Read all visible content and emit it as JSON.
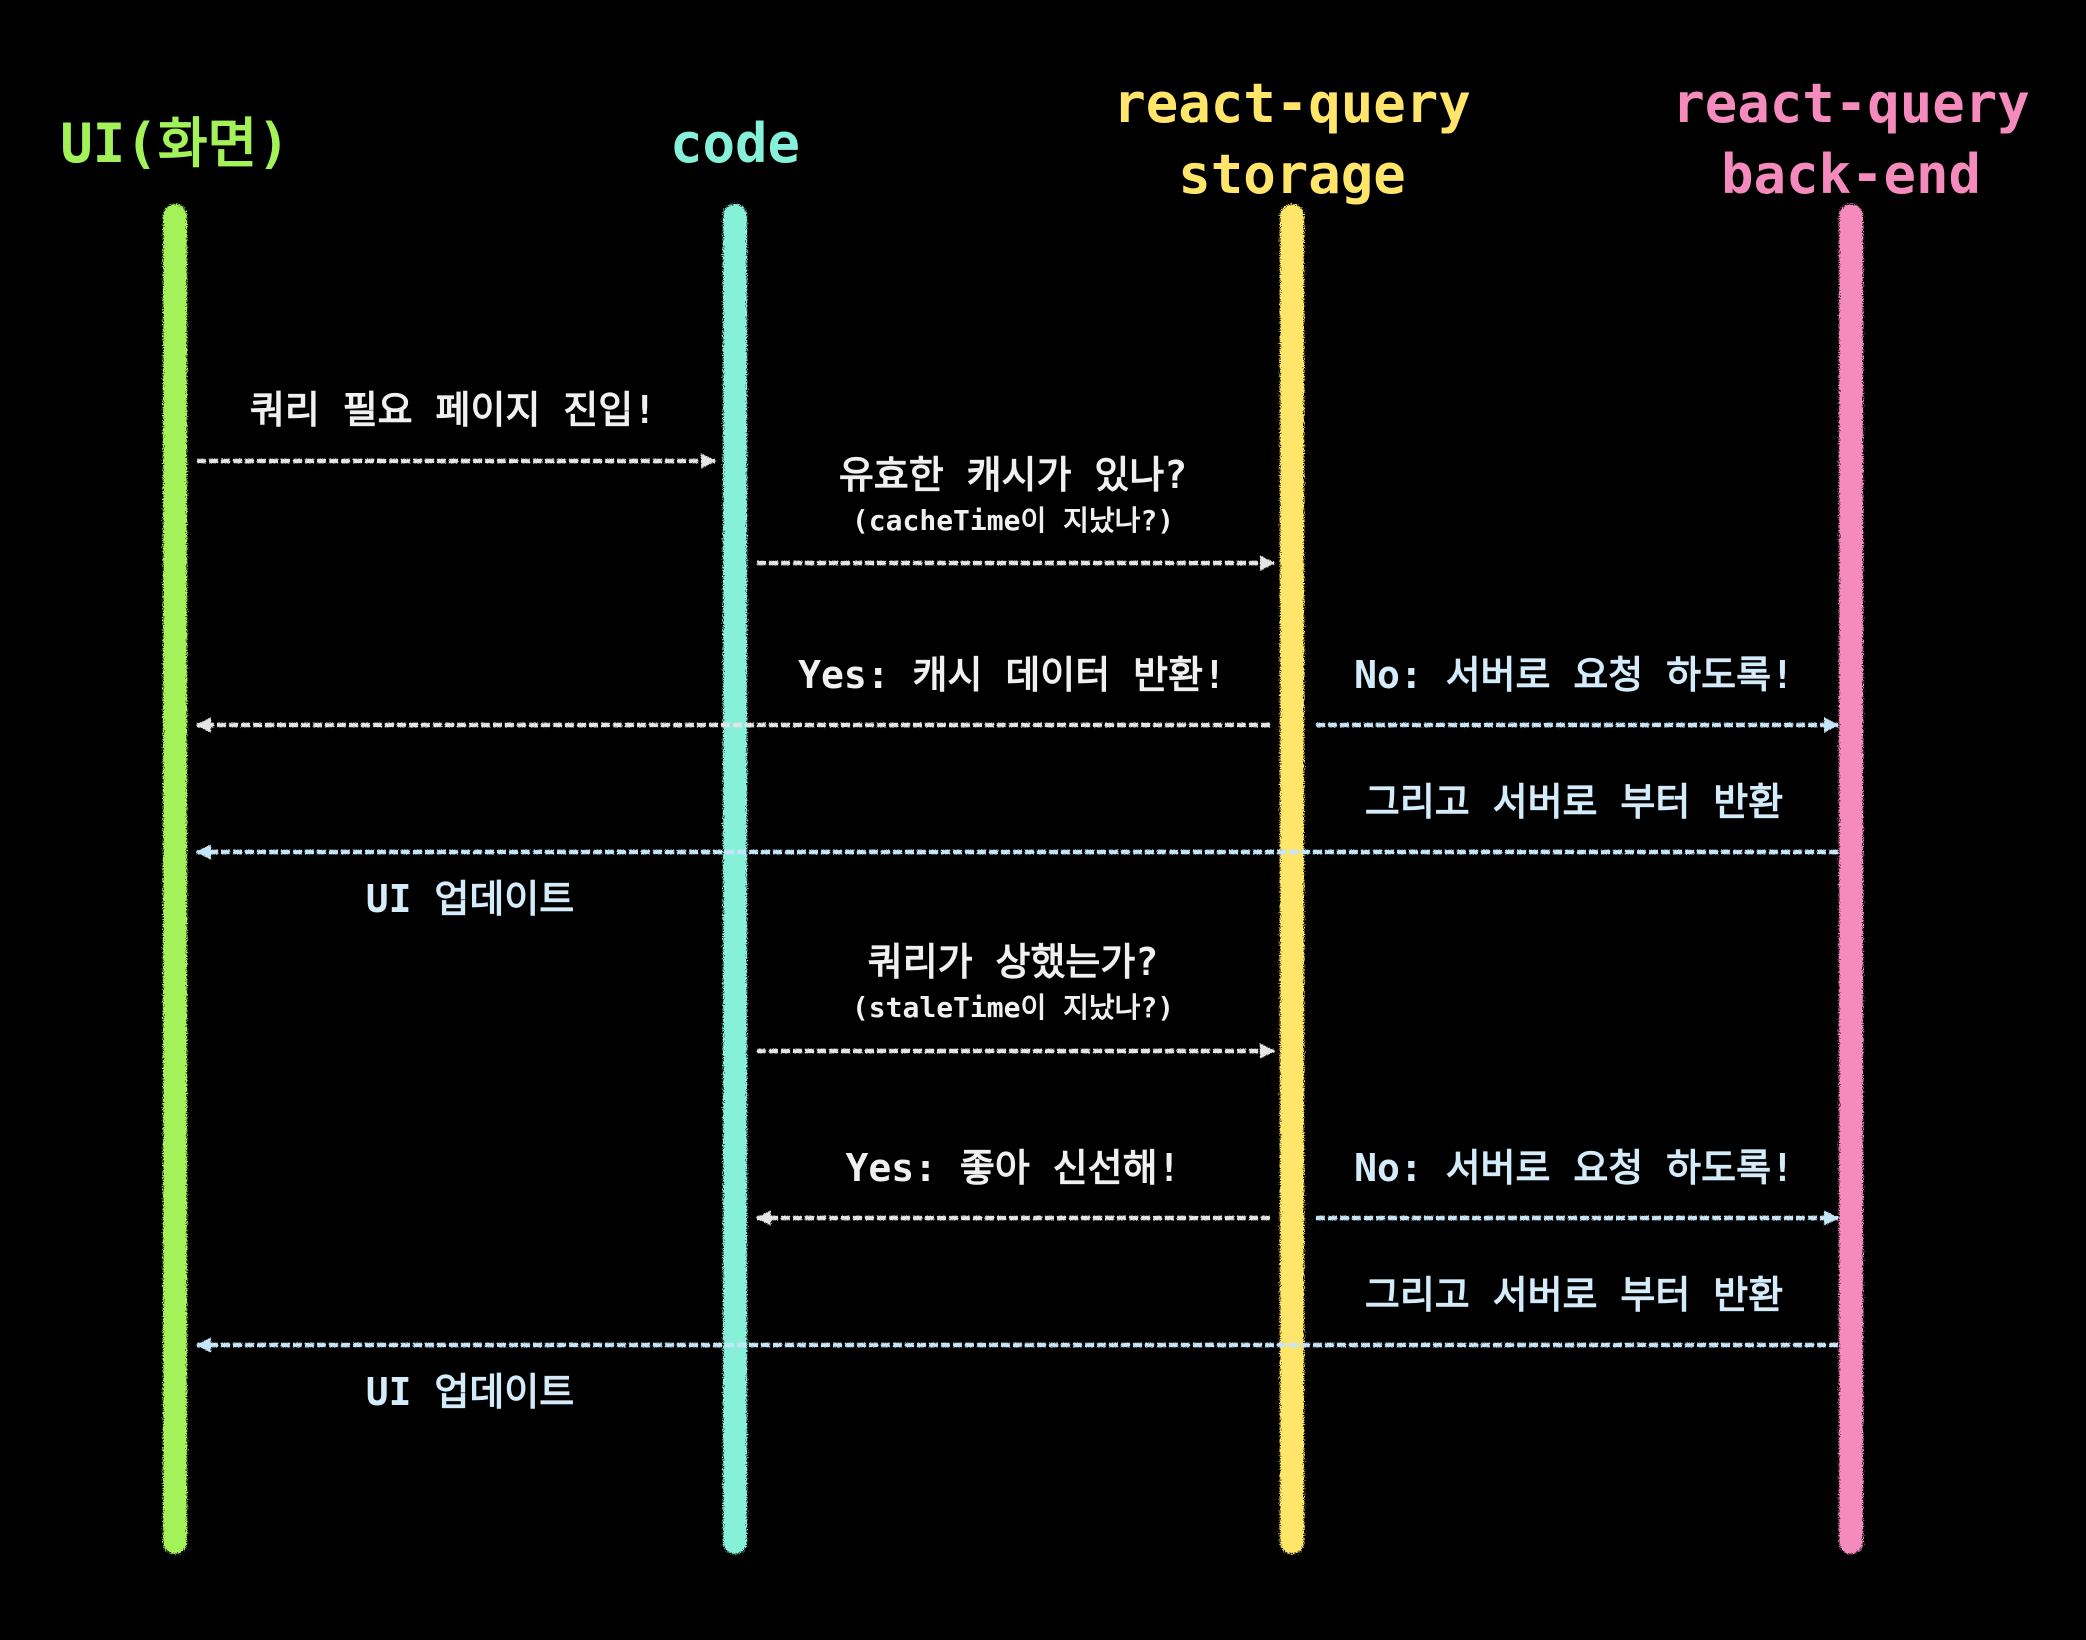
{
  "colors": {
    "background": "#000000",
    "ui": "#a4f25a",
    "code": "#86f0d8",
    "storage": "#ffe56a",
    "backend": "#f58bbd",
    "arrow_white": "#e4e4e4",
    "arrow_blue": "#c4e6f8",
    "text_white": "#f0f0f0",
    "text_blue": "#d4ecfa"
  },
  "lanes": {
    "ui": {
      "title_lines": [
        "UI(화면)"
      ]
    },
    "code": {
      "title_lines": [
        "code"
      ]
    },
    "storage": {
      "title_lines": [
        "react-query",
        "storage"
      ]
    },
    "backend": {
      "title_lines": [
        "react-query",
        "back-end"
      ]
    }
  },
  "messages": {
    "m1": {
      "label": "쿼리 필요 페이지 진입!"
    },
    "m2": {
      "label": "유효한 캐시가 있나?",
      "sub": "(cacheTime이 지났나?)"
    },
    "m3": {
      "label": "Yes: 캐시 데이터 반환!"
    },
    "m4": {
      "label": "No: 서버로 요청 하도록!"
    },
    "m5": {
      "label": "그리고 서버로 부터 반환",
      "label2": "UI 업데이트"
    },
    "m6": {
      "label": "쿼리가 상했는가?",
      "sub": "(staleTime이 지났나?)"
    },
    "m7": {
      "label": "Yes: 좋아 신선해!"
    },
    "m8": {
      "label": "No: 서버로 요청 하도록!"
    },
    "m9": {
      "label": "그리고 서버로 부터 반환",
      "label2": "UI 업데이트"
    }
  }
}
